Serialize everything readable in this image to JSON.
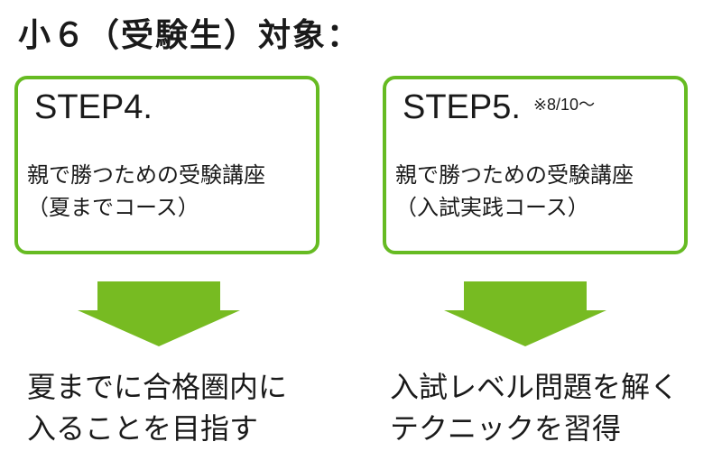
{
  "title": "小６（受験生）対象：",
  "colors": {
    "accent": "#66bb22",
    "arrow": "#77bb22"
  },
  "steps": [
    {
      "label": "STEP4.",
      "note": "",
      "course_name": "親で勝つための受験講座",
      "course_sub": "（夏までコース）",
      "goal_line1": "夏までに合格圏内に",
      "goal_line2": "入ることを目指す"
    },
    {
      "label": "STEP5.",
      "note": "※8/10～",
      "course_name": "親で勝つための受験講座",
      "course_sub": "（入試実践コース）",
      "goal_line1": "入試レベル問題を解く",
      "goal_line2": "テクニックを習得"
    }
  ],
  "icons": {
    "arrow": "down-arrow-icon"
  }
}
